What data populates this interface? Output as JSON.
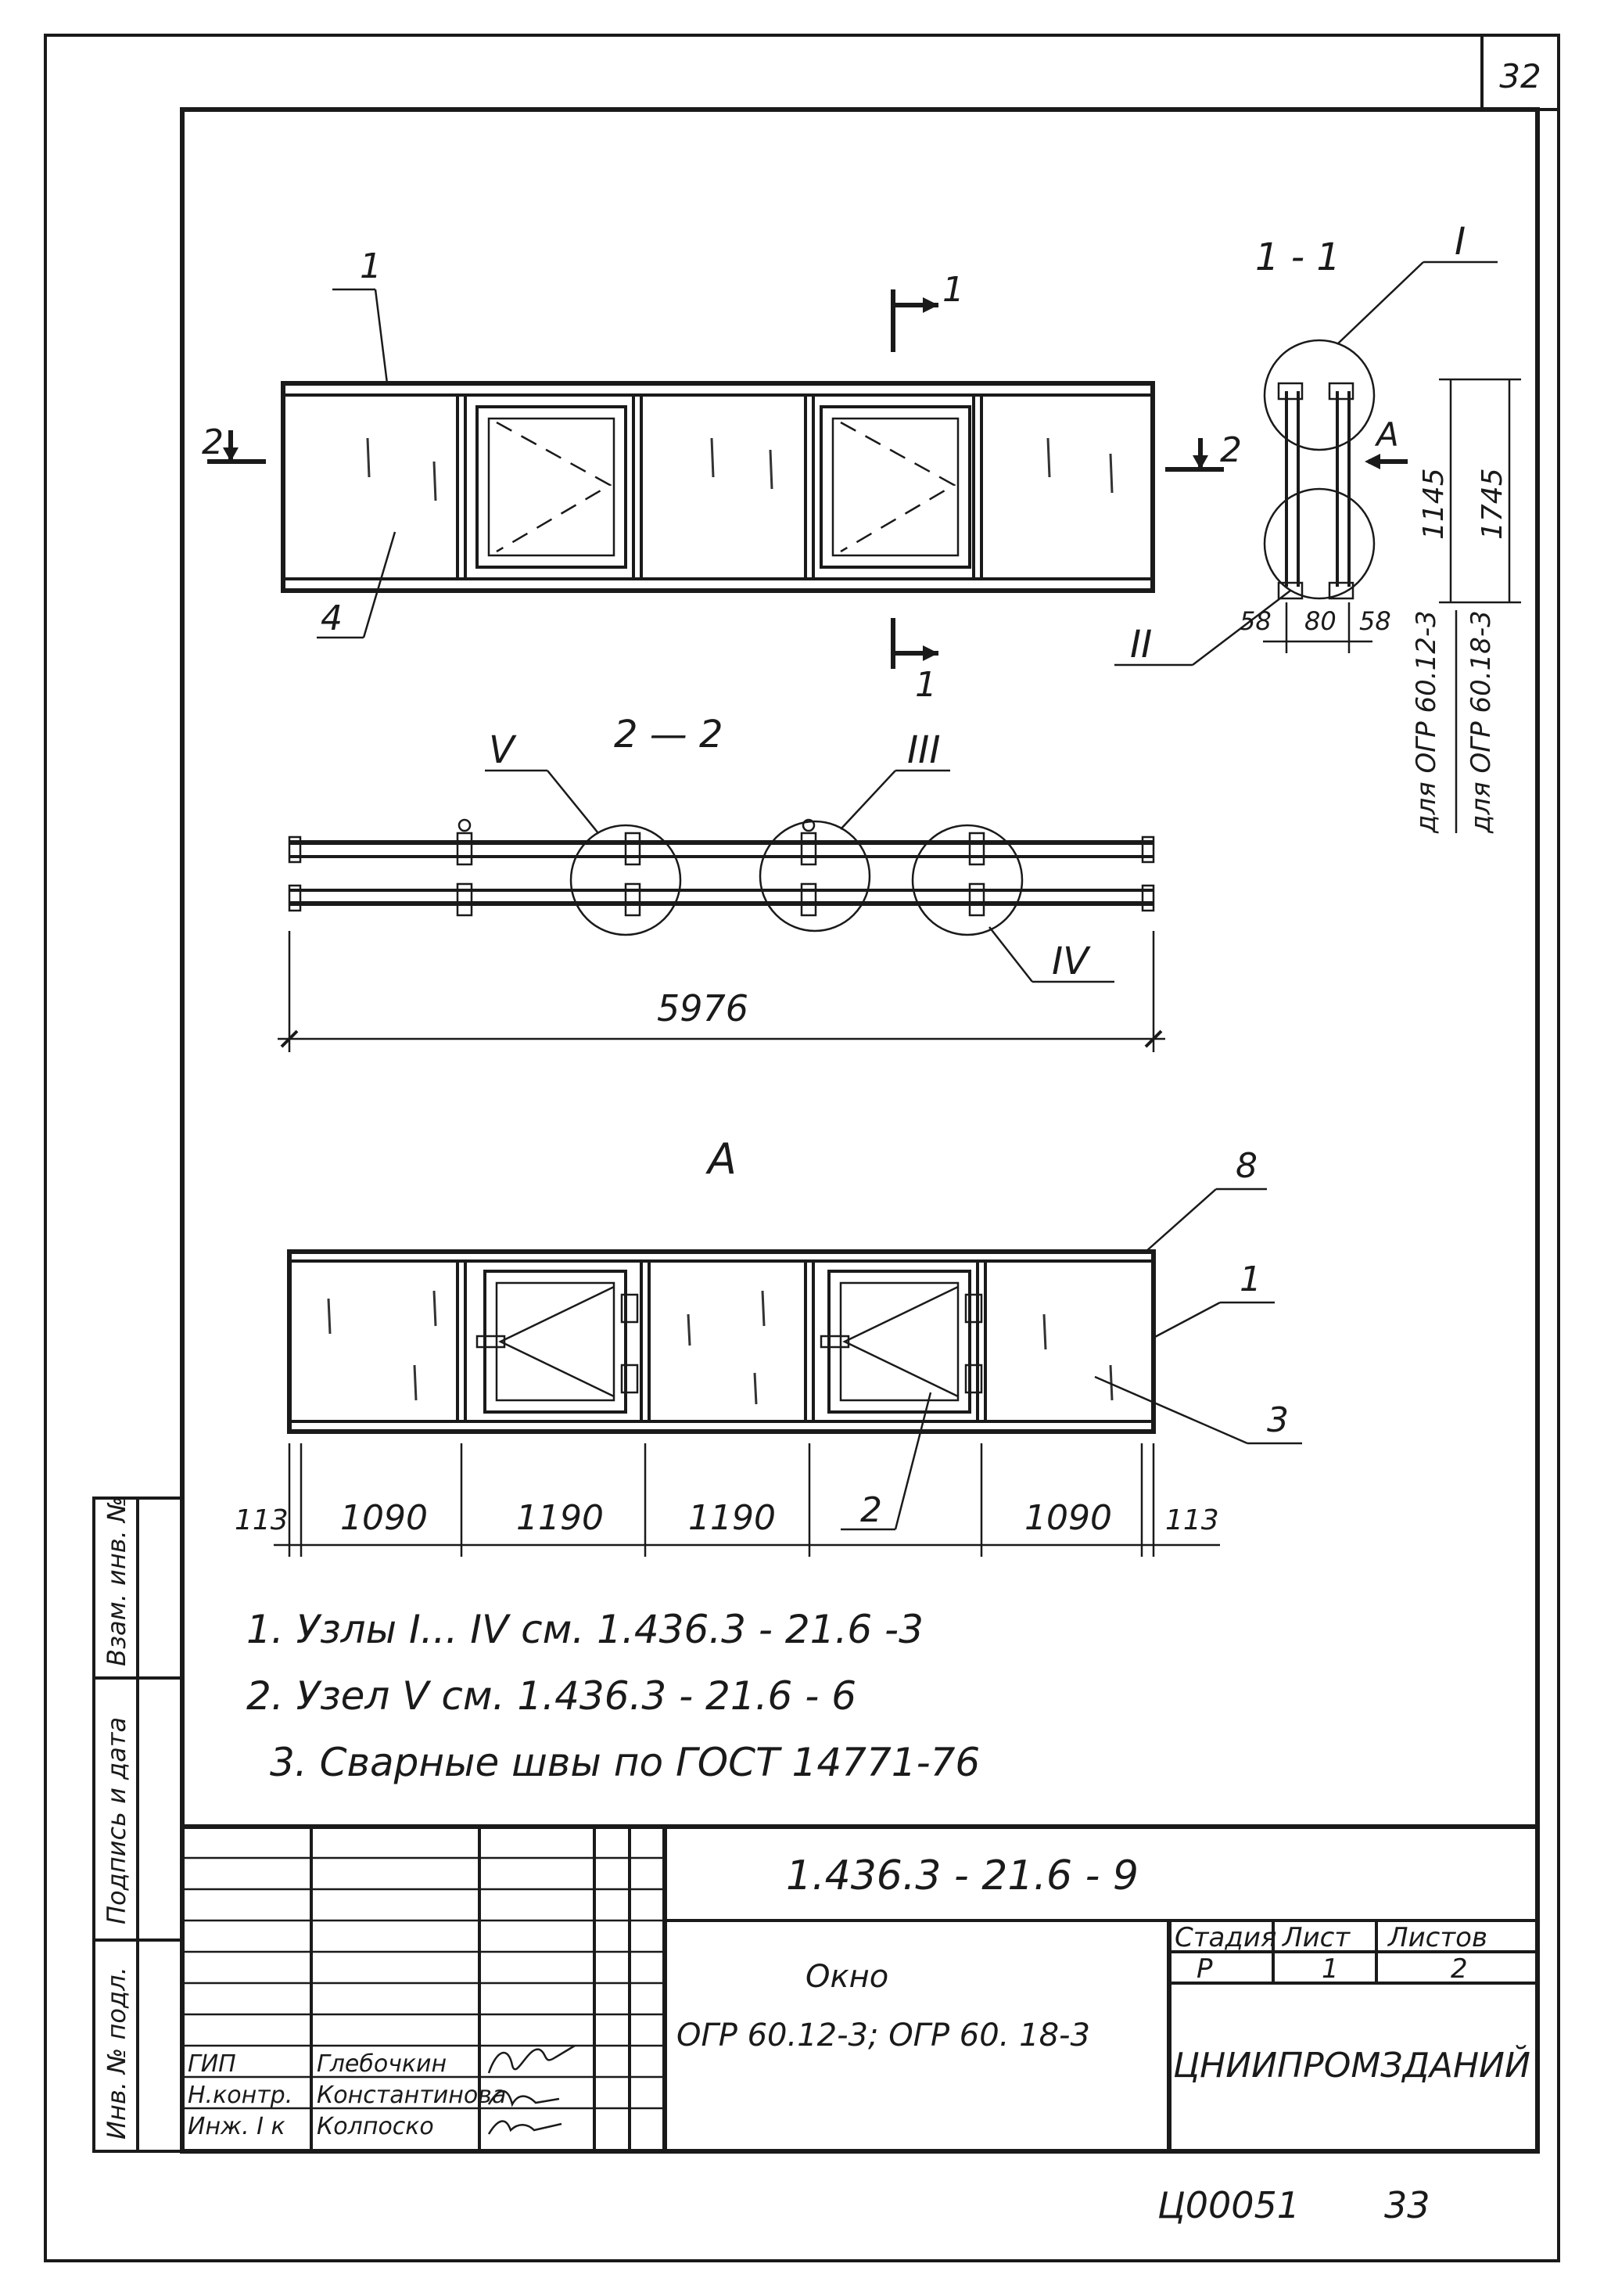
{
  "sheet": {
    "page_number": "32",
    "archive_code": "Ц00051",
    "archive_page": "33"
  },
  "section_labels": {
    "section_1_1": "1 - 1",
    "section_2_2": "2 — 2",
    "view_a": "А",
    "cut_marks": [
      "1",
      "1",
      "2",
      "2"
    ]
  },
  "callouts": {
    "elevation_top": [
      "1",
      "4"
    ],
    "section_1_1": [
      "I",
      "II"
    ],
    "section_2_2": [
      "V",
      "III",
      "IV"
    ],
    "view_a": [
      "8",
      "1",
      "3",
      "2"
    ],
    "view_a_arrow": "А"
  },
  "dimensions": {
    "overall_length": "5976",
    "section_1_1_width": [
      "58",
      "80",
      "58"
    ],
    "section_1_1_heights": [
      "1145",
      "1745"
    ],
    "section_1_1_notes": [
      "для ОГР 60.12-3",
      "для ОГР 60.18-3"
    ],
    "view_a_spacing": [
      "113",
      "1090",
      "1190",
      "1190",
      "1090",
      "113"
    ]
  },
  "notes": [
    "1. Узлы I... IV см. 1.436.3 - 21.6 -3",
    "2. Узел V см. 1.436.3 - 21.6 - 6",
    "3. Сварные швы по ГОСТ 14771-76"
  ],
  "side_stamp": [
    "Инв. № подл.",
    "Подпись и дата",
    "Взам. инв. №"
  ],
  "title_block": {
    "document_code": "1.436.3 - 21.6 - 9",
    "title_line1": "Окно",
    "title_line2": "ОГР 60.12-3; ОГР 60. 18-3",
    "stage_header": "Стадия",
    "sheet_header": "Лист",
    "sheets_header": "Листов",
    "stage_value": "Р",
    "sheet_value": "1",
    "sheets_value": "2",
    "organization": "ЦНИИПРОМЗДАНИЙ",
    "roles": [
      {
        "role": "ГИП",
        "name": "Глебочкин"
      },
      {
        "role": "Н.контр.",
        "name": "Константинова"
      },
      {
        "role": "Инж. I к",
        "name": "Колпоско"
      }
    ]
  }
}
